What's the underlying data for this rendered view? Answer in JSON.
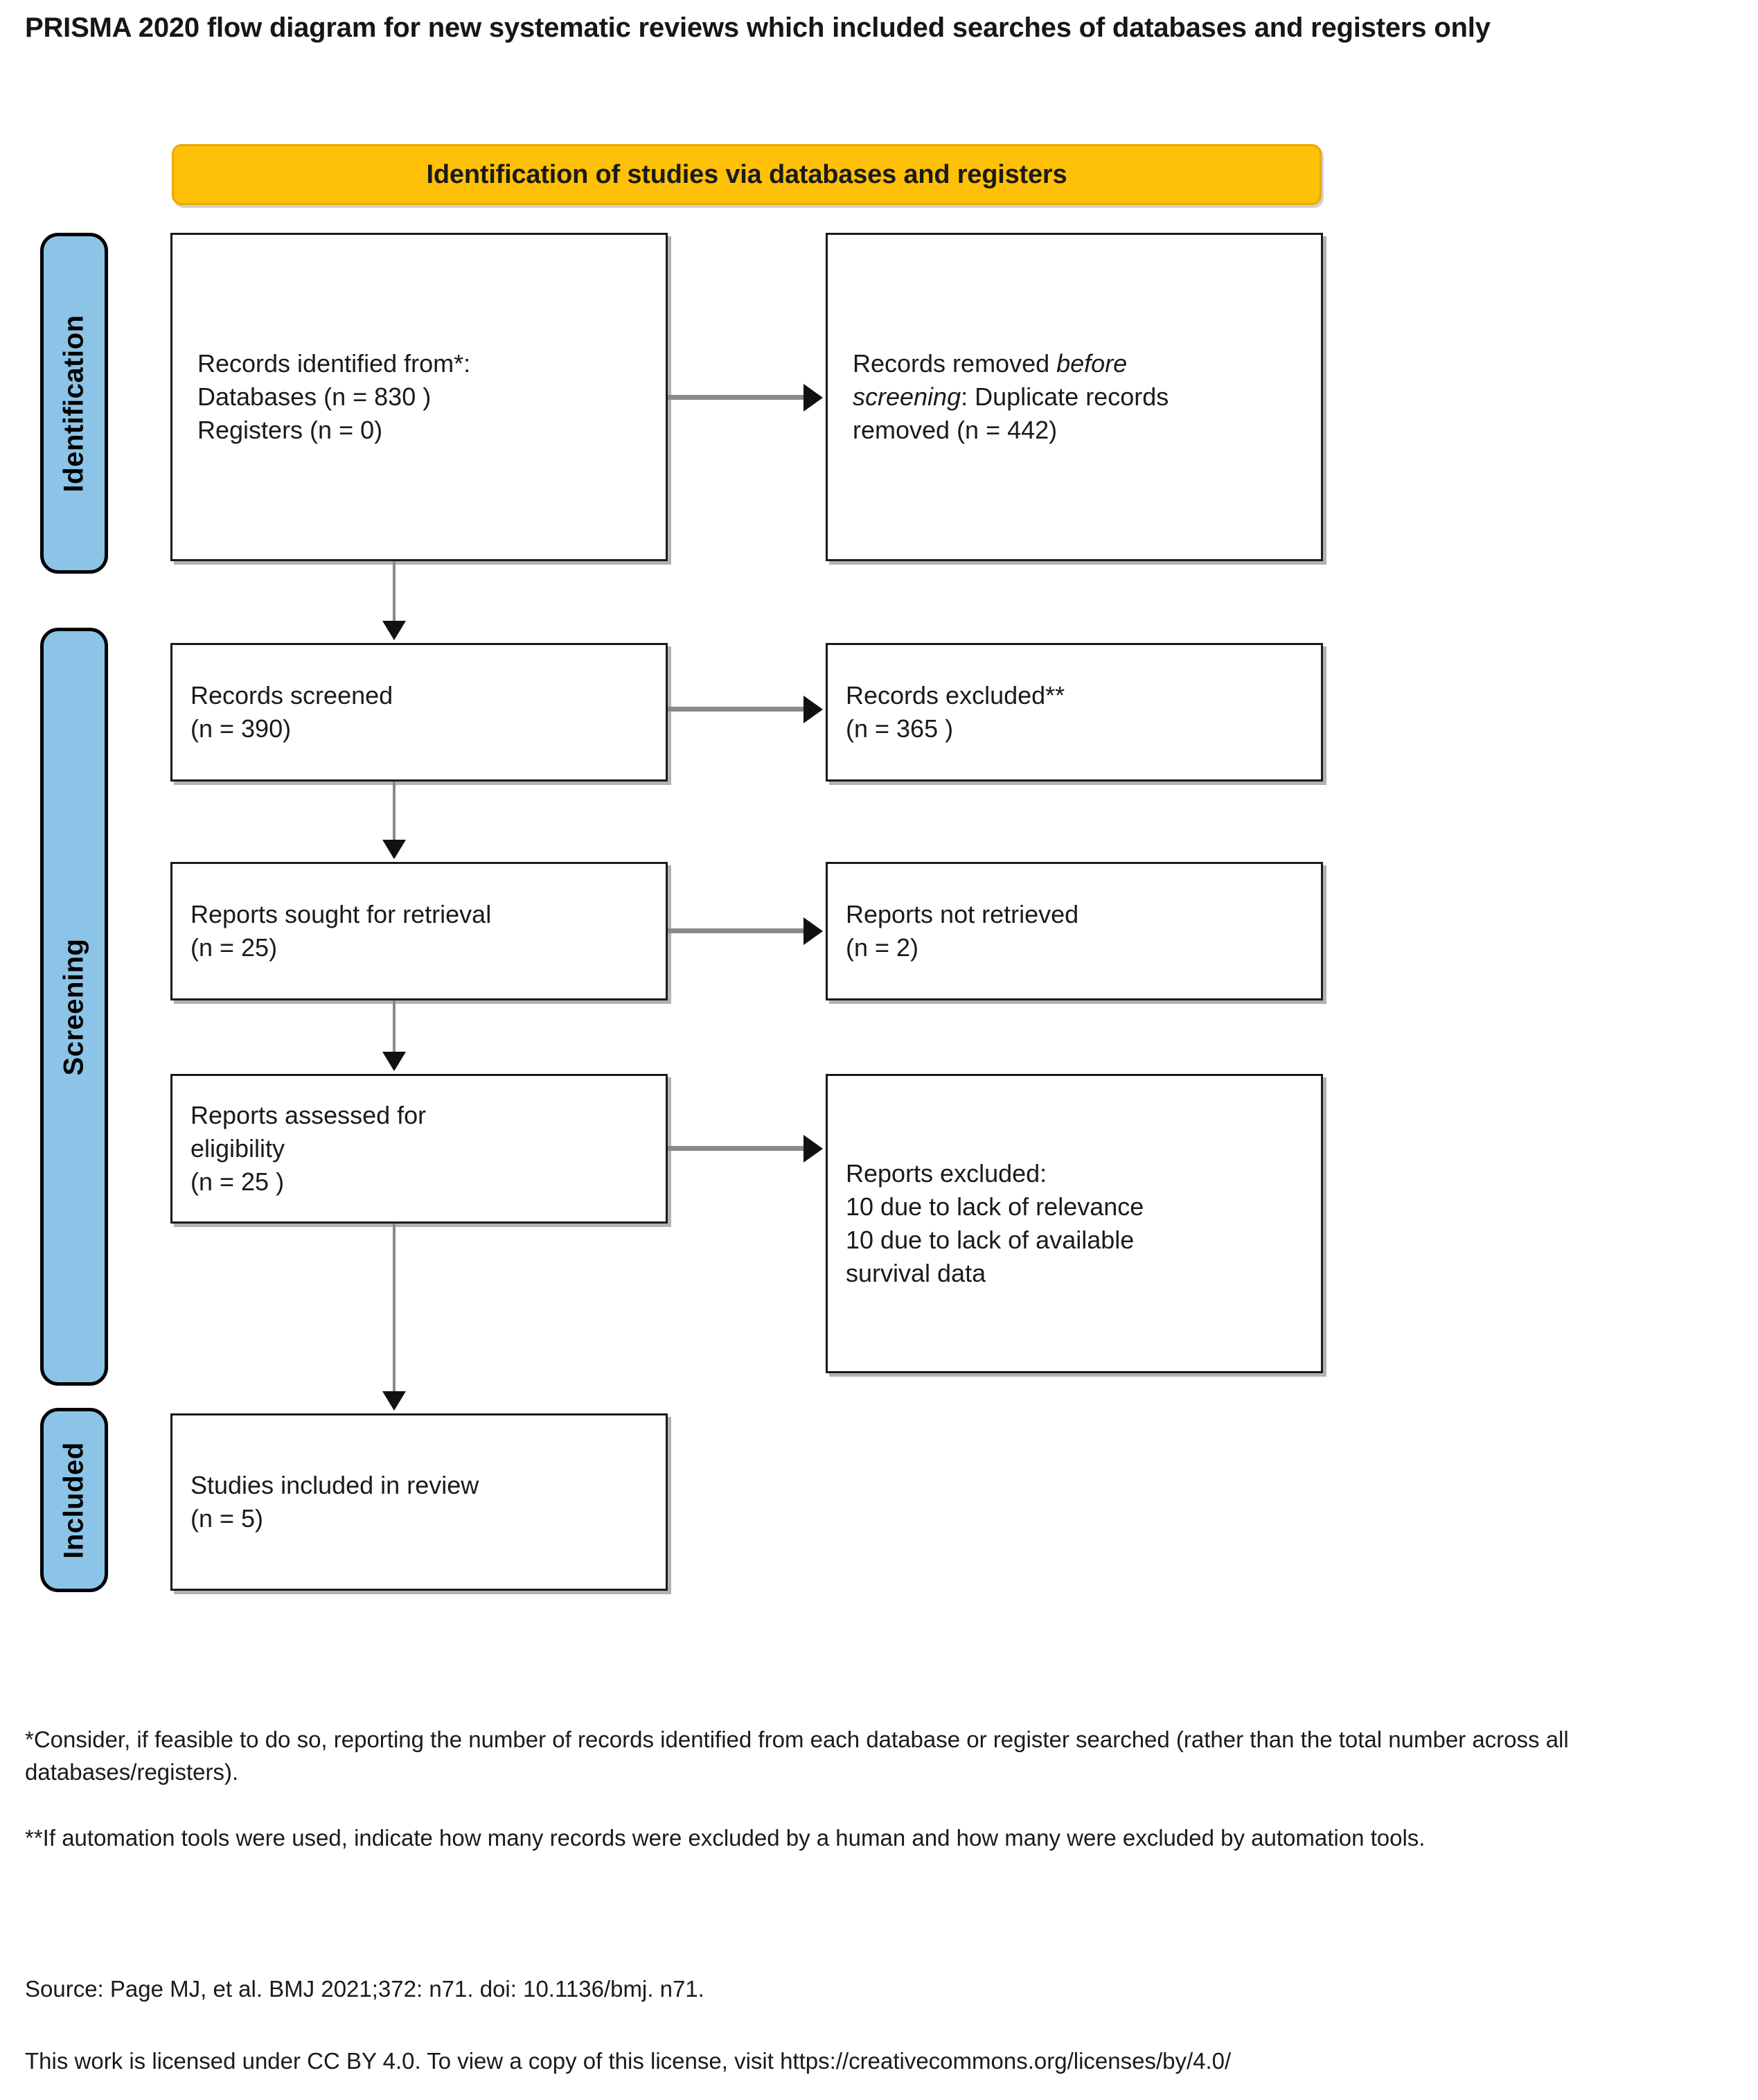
{
  "page_title": "PRISMA 2020 flow diagram for new systematic reviews which included searches of databases and registers only",
  "colors": {
    "phase_bar": "#8CC4E8",
    "section_header": "#FFC107",
    "box_border": "#1a1a1a",
    "connector": "#8a8a8a"
  },
  "phases": [
    {
      "id": "identification",
      "label": "Identification"
    },
    {
      "id": "screening",
      "label": "Screening"
    },
    {
      "id": "included",
      "label": "Included"
    }
  ],
  "section_header": {
    "label": "Identification of studies via databases and registers"
  },
  "boxes": {
    "identified": {
      "text": "Records identified from*:\n    Databases (n = 830 )\n    Registers (n = 0)"
    },
    "removed": {
      "line1_prefix": "Records removed ",
      "line1_em": "before",
      "line2_em": "screening",
      "line2_suffix": ":",
      "rest": "    Duplicate records\n    removed  (n = 442)"
    },
    "screened": {
      "text": "Records screened\n(n = 390)"
    },
    "excluded_records": {
      "text": "Records excluded**\n(n = 365 )"
    },
    "sought": {
      "text": "Reports sought for retrieval\n(n = 25)"
    },
    "not_retrieved": {
      "text": "Reports not retrieved\n(n = 2)"
    },
    "assessed": {
      "text": "Reports assessed for\neligibility\n(n = 25 )"
    },
    "excluded_reports": {
      "text": "Reports excluded:\n10 due to lack of relevance\n10 due to lack of available\nsurvival data"
    },
    "included": {
      "text": "Studies included in review\n(n = 5)"
    }
  },
  "footnotes": {
    "note1": "*Consider, if feasible to do so, reporting the number of records identified from each database or register searched (rather than the total number across all databases/registers).",
    "note2": "**If automation tools were used, indicate how many records were excluded by a human and how many were excluded by automation tools."
  },
  "source": "Source: Page MJ, et al. BMJ 2021;372: n71. doi: 10.1136/bmj. n71.",
  "license": "This work is licensed under CC BY 4.0. To view a copy of this license, visit https://creativecommons.org/licenses/by/4.0/"
}
